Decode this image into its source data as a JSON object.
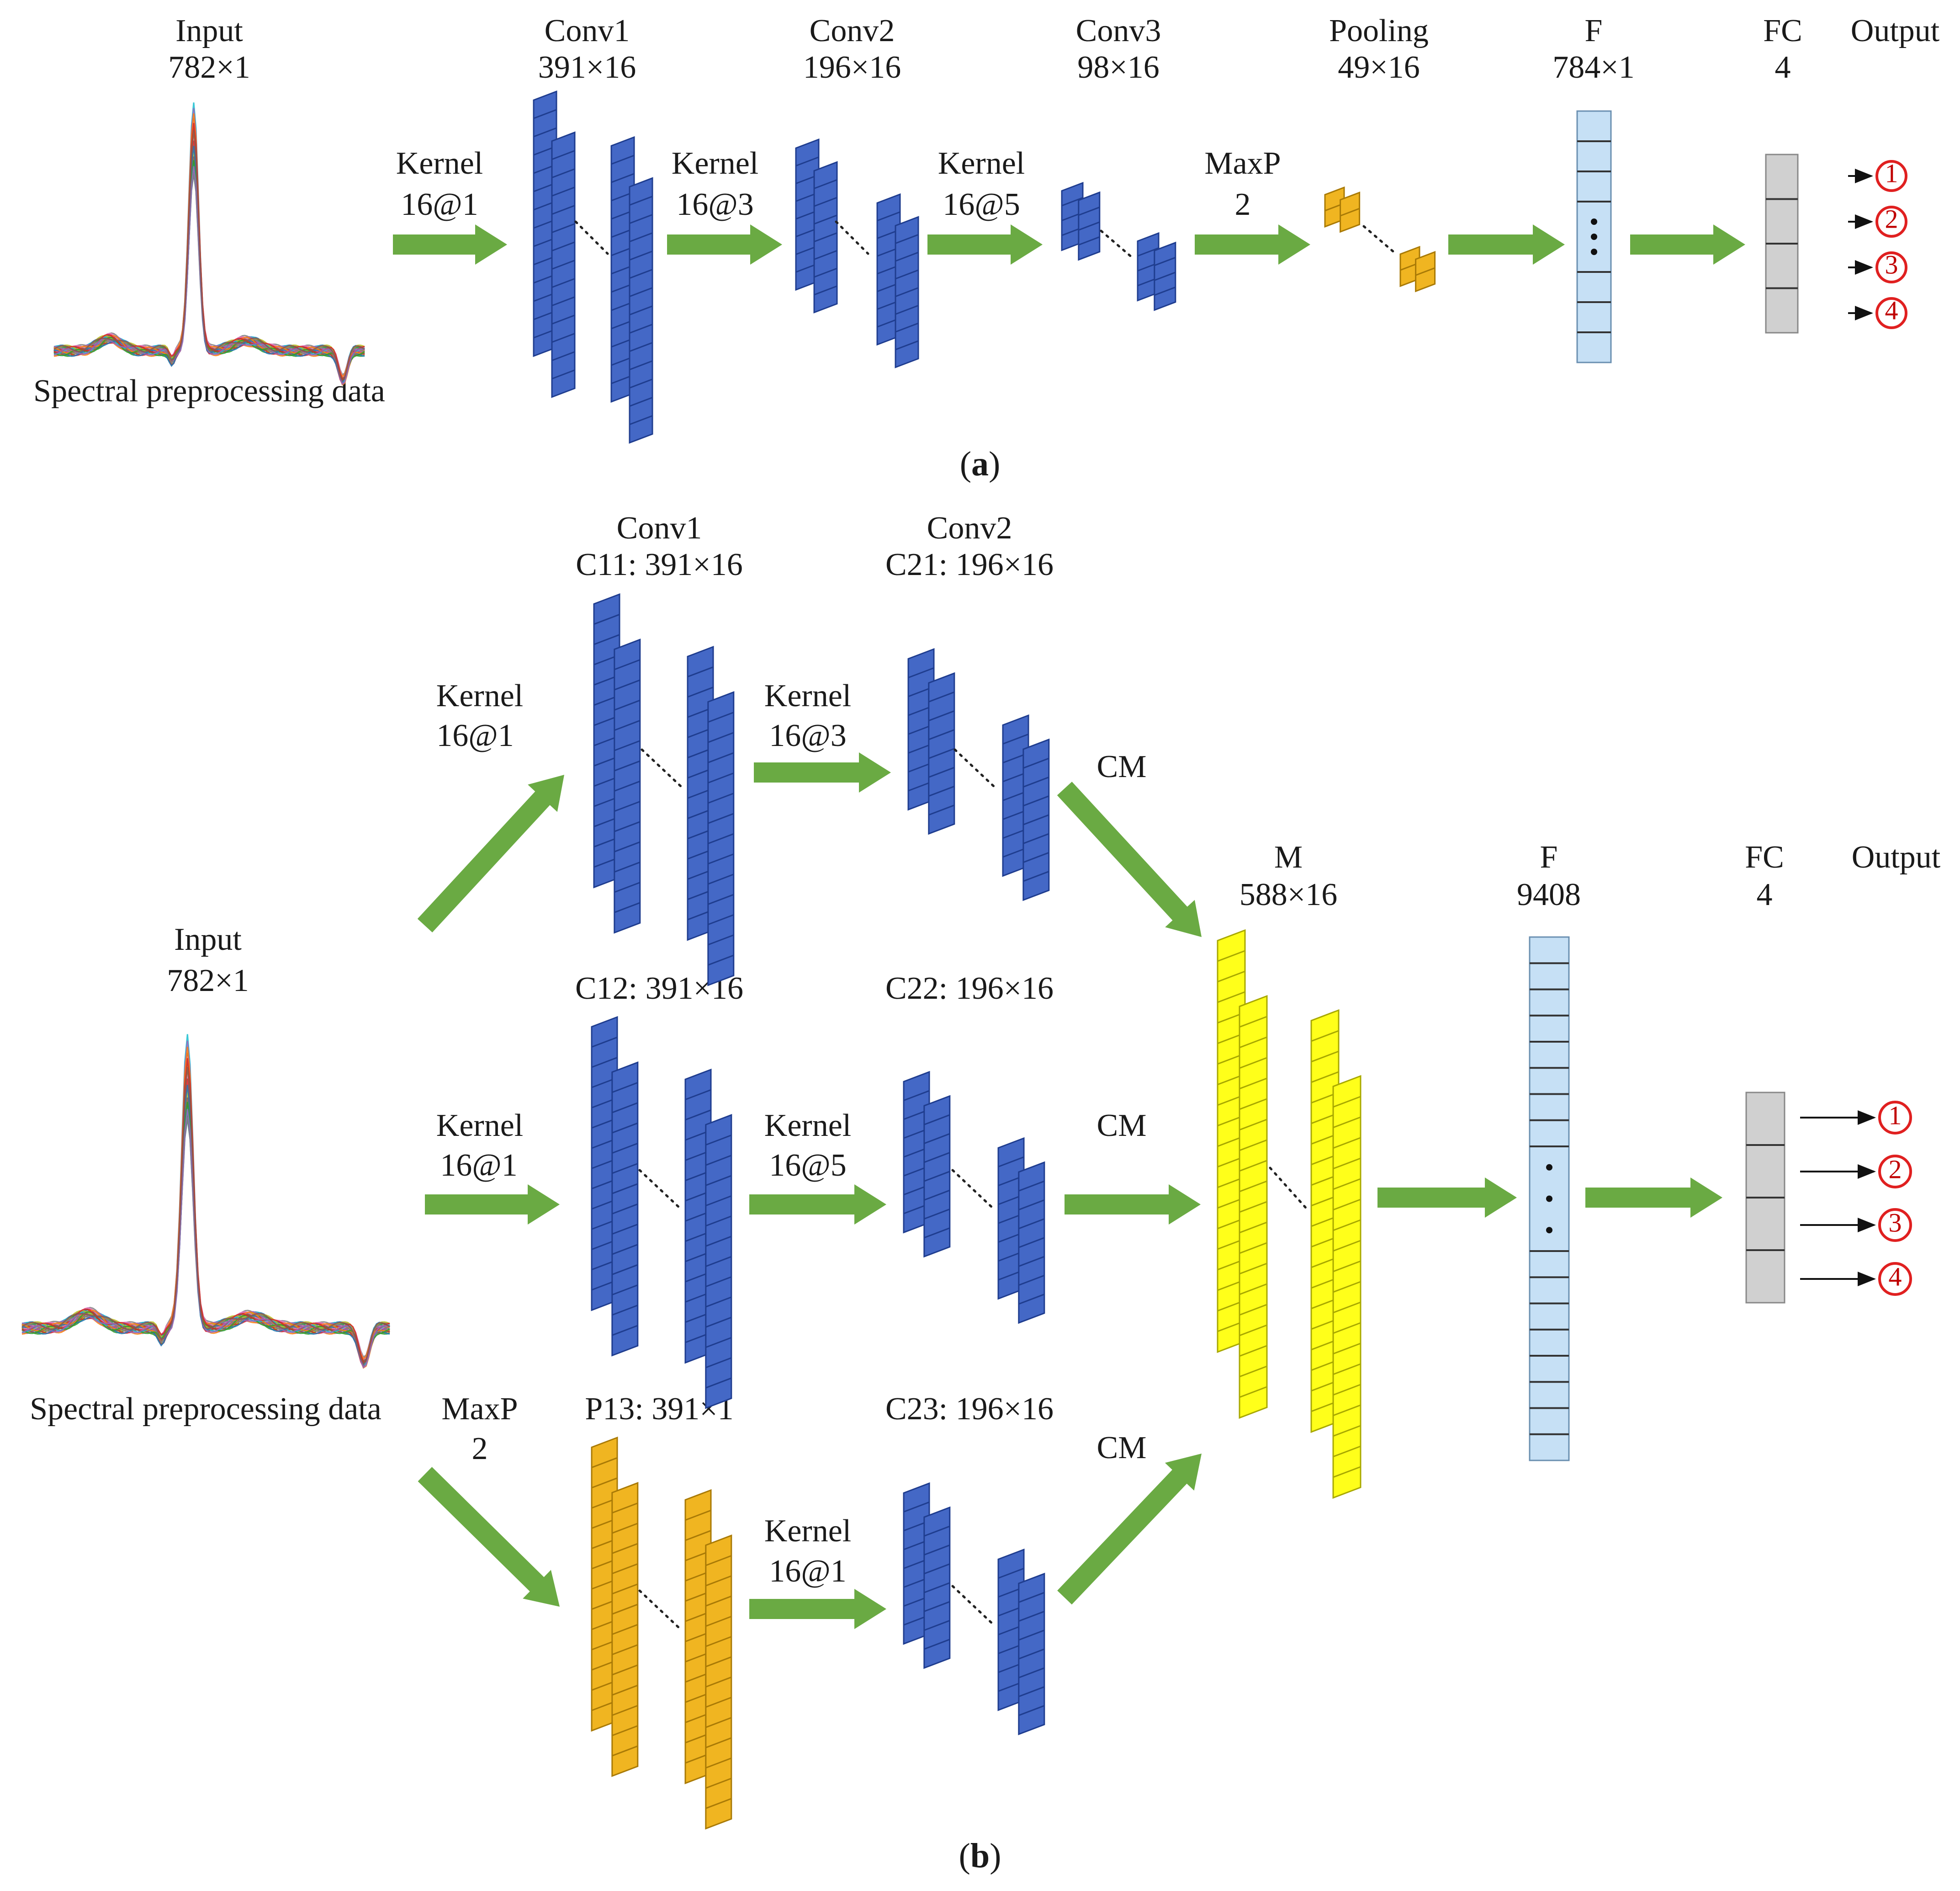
{
  "colors": {
    "conv_block": "#4468c6",
    "conv_block_edge": "#1f3d8f",
    "pool_block": "#f0b521",
    "pool_block_edge": "#a97a06",
    "merge_block": "#ffff1a",
    "merge_block_edge": "#a8a800",
    "flatten_bar": "#c6e0f5",
    "flatten_bar_edge": "#6a8fb0",
    "fc_bar": "#d0d0d0",
    "fc_bar_edge": "#888888",
    "arrow": "#6aaa43",
    "output_circle": "#e02020",
    "spectrum_palette": [
      "#1f77b4",
      "#ff7f0e",
      "#2ca02c",
      "#d62728",
      "#9467bd",
      "#8c564b",
      "#e377c2",
      "#17becf",
      "#bcbd22",
      "#7f7f7f"
    ]
  },
  "icons": {
    "spectrum": "spectral-curves-icon",
    "arrow": "thick-right-arrow-icon",
    "output": "numbered-circle-icon"
  },
  "panel_a": {
    "caption_open": "(",
    "caption_letter": "a",
    "caption_close": ")",
    "input_title": "Input",
    "input_size": "782×1",
    "input_caption": "Spectral preprocessing data",
    "conv1_title": "Conv1",
    "conv1_size": "391×16",
    "conv2_title": "Conv2",
    "conv2_size": "196×16",
    "conv3_title": "Conv3",
    "conv3_size": "98×16",
    "pool_title": "Pooling",
    "pool_size": "49×16",
    "flat_title": "F",
    "flat_size": "784×1",
    "fc_title": "FC",
    "fc_size": "4",
    "output_title": "Output",
    "k1_title": "Kernel",
    "k1_value": "16@1",
    "k2_title": "Kernel",
    "k2_value": "16@3",
    "k3_title": "Kernel",
    "k3_value": "16@5",
    "mp_title": "MaxP",
    "mp_value": "2",
    "outputs": [
      "1",
      "2",
      "3",
      "4"
    ]
  },
  "panel_b": {
    "caption_open": "(",
    "caption_letter": "b",
    "caption_close": ")",
    "input_title": "Input",
    "input_size": "782×1",
    "input_caption": "Spectral preprocessing data",
    "conv1_title": "Conv1",
    "c11_label": "C11: 391×16",
    "conv2_title": "Conv2",
    "c21_label": "C21: 196×16",
    "c12_label": "C12: 391×16",
    "c22_label": "C22: 196×16",
    "p13_label": "P13: 391×1",
    "c23_label": "C23: 196×16",
    "top_k1_title": "Kernel",
    "top_k1_value": "16@1",
    "top_k2_title": "Kernel",
    "top_k2_value": "16@3",
    "mid_k1_title": "Kernel",
    "mid_k1_value": "16@1",
    "mid_k2_title": "Kernel",
    "mid_k2_value": "16@5",
    "bot_mp_title": "MaxP",
    "bot_mp_value": "2",
    "bot_k_title": "Kernel",
    "bot_k_value": "16@1",
    "cm_top": "CM",
    "cm_mid": "CM",
    "cm_bot": "CM",
    "merge_title": "M",
    "merge_size": "588×16",
    "flat_title": "F",
    "flat_size": "9408",
    "fc_title": "FC",
    "fc_size": "4",
    "output_title": "Output",
    "outputs": [
      "1",
      "2",
      "3",
      "4"
    ]
  }
}
